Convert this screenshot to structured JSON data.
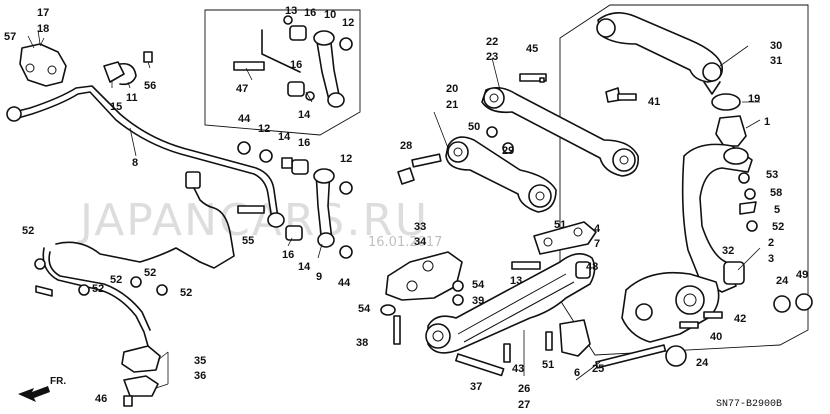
{
  "diagram": {
    "diagram_code": "SN77-B2900B",
    "direction_label": "FR.",
    "watermark_text": "JAPANCARS.RU",
    "watermark_date": "16.01.2017",
    "callouts": {
      "c1": "1",
      "c2": "2",
      "c3": "3",
      "c4": "4",
      "c5": "5",
      "c6": "6",
      "c7": "7",
      "c8": "8",
      "c9": "9",
      "c10": "10",
      "c11": "11",
      "c12": "12",
      "c13": "13",
      "c14": "14",
      "c15": "15",
      "c16": "16",
      "c17": "17",
      "c18": "18",
      "c19": "19",
      "c20": "20",
      "c21": "21",
      "c22": "22",
      "c23": "23",
      "c24": "24",
      "c25": "25",
      "c26": "26",
      "c27": "27",
      "c28": "28",
      "c29": "29",
      "c30": "30",
      "c31": "31",
      "c32": "32",
      "c33": "33",
      "c34": "34",
      "c35": "35",
      "c36": "36",
      "c37": "37",
      "c38": "38",
      "c39": "39",
      "c40": "40",
      "c41": "41",
      "c42": "42",
      "c43": "43",
      "c44": "44",
      "c45": "45",
      "c46": "46",
      "c47": "47",
      "c48": "48",
      "c49": "49",
      "c50": "50",
      "c51": "51",
      "c52": "52",
      "c53": "53",
      "c54": "54",
      "c55": "55",
      "c56": "56",
      "c57": "57",
      "c58": "58"
    },
    "icons": {
      "arrow": "fr-direction-arrow-icon"
    }
  }
}
